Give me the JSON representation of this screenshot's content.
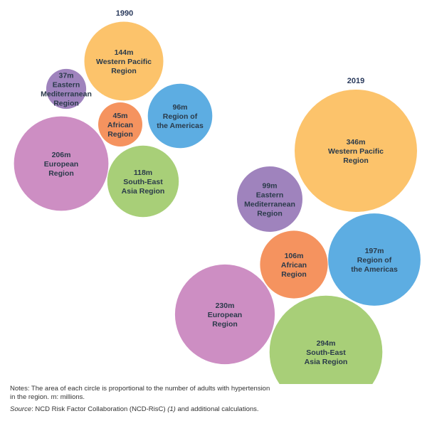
{
  "chart_data": {
    "type": "bubble",
    "panels": [
      {
        "title": "1990",
        "bubbles": [
          {
            "region": "Western Pacific Region",
            "value_label": "144m",
            "value": 144,
            "lines": [
              "Western Pacific",
              "Region"
            ],
            "color": "#fcc36b"
          },
          {
            "region": "Eastern Mediterranean Region",
            "value_label": "37m",
            "value": 37,
            "lines": [
              "Eastern",
              "Mediterranean",
              "Region"
            ],
            "color": "#9f83bd"
          },
          {
            "region": "African Region",
            "value_label": "45m",
            "value": 45,
            "lines": [
              "African",
              "Region"
            ],
            "color": "#f5935f"
          },
          {
            "region": "Region of the Americas",
            "value_label": "96m",
            "value": 96,
            "lines": [
              "Region of",
              "the Americas"
            ],
            "color": "#5dade2"
          },
          {
            "region": "European Region",
            "value_label": "206m",
            "value": 206,
            "lines": [
              "European",
              "Region"
            ],
            "color": "#cd8ec3"
          },
          {
            "region": "South-East Asia Region",
            "value_label": "118m",
            "value": 118,
            "lines": [
              "South-East",
              "Asia Region"
            ],
            "color": "#a8cf78"
          }
        ]
      },
      {
        "title": "2019",
        "bubbles": [
          {
            "region": "Western Pacific Region",
            "value_label": "346m",
            "value": 346,
            "lines": [
              "Western Pacific",
              "Region"
            ],
            "color": "#fcc36b"
          },
          {
            "region": "Eastern Mediterranean Region",
            "value_label": "99m",
            "value": 99,
            "lines": [
              "Eastern",
              "Mediterranean",
              "Region"
            ],
            "color": "#9f83bd"
          },
          {
            "region": "African Region",
            "value_label": "106m",
            "value": 106,
            "lines": [
              "African",
              "Region"
            ],
            "color": "#f5935f"
          },
          {
            "region": "Region of the Americas",
            "value_label": "197m",
            "value": 197,
            "lines": [
              "Region of",
              "the Americas"
            ],
            "color": "#5dade2"
          },
          {
            "region": "European Region",
            "value_label": "230m",
            "value": 230,
            "lines": [
              "European",
              "Region"
            ],
            "color": "#cd8ec3"
          },
          {
            "region": "South-East Asia Region",
            "value_label": "294m",
            "value": 294,
            "lines": [
              "South-East",
              "Asia Region"
            ],
            "color": "#a8cf78"
          }
        ]
      }
    ]
  },
  "notes": "Notes: The area of each circle is proportional to the number of adults with hypertension in the region. m: millions.",
  "source": {
    "label": "Source",
    "text": ": NCD Risk Factor Collaboration (NCD-RisC) ",
    "ref": "(1)",
    "tail": " and additional calculations."
  }
}
